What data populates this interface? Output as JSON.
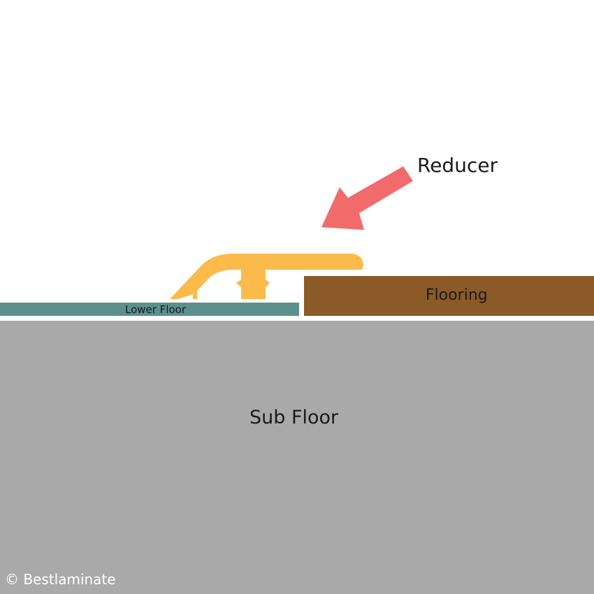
{
  "labels": {
    "reducer": "Reducer",
    "flooring": "Flooring",
    "lower_floor": "Lower Floor",
    "sub_floor": "Sub Floor",
    "copyright": "© Bestlaminate"
  },
  "colors": {
    "reducer": "#fbbb4a",
    "arrow": "#f26b6b",
    "flooring": "#8c5a27",
    "lower_floor": "#5b908d",
    "sub_floor": "#a9a9a9"
  }
}
